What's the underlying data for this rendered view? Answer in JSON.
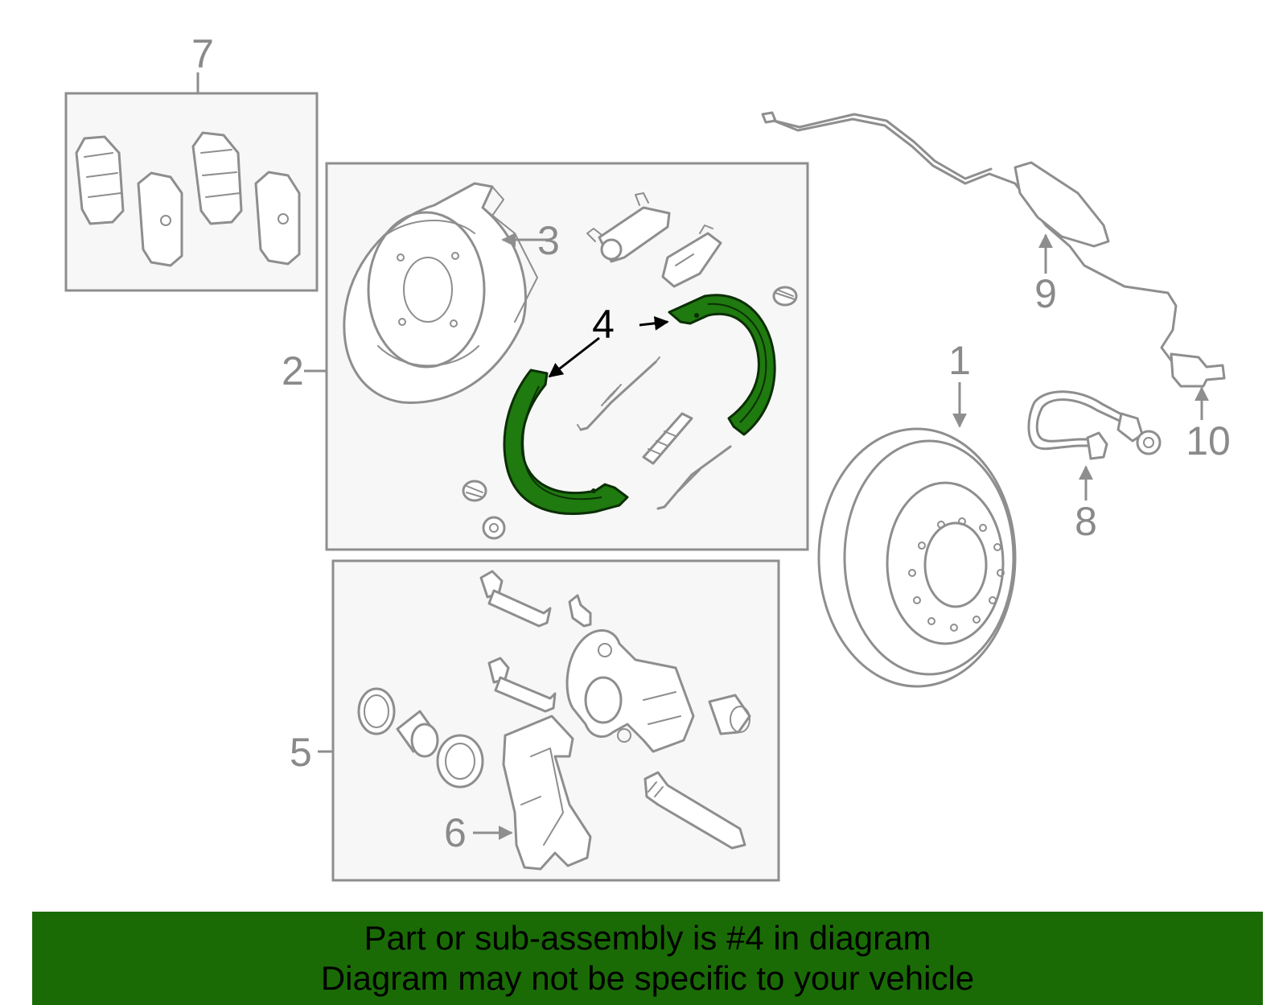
{
  "diagram": {
    "callouts": [
      "1",
      "2",
      "3",
      "4",
      "5",
      "6",
      "7",
      "8",
      "9",
      "10"
    ],
    "highlighted_callout": "4",
    "highlight_color": "#1f7a0f"
  },
  "banner": {
    "line1": "Part or sub-assembly is #4 in diagram",
    "line2": "Diagram may not be specific to your vehicle",
    "background_color": "#1a6b06"
  }
}
